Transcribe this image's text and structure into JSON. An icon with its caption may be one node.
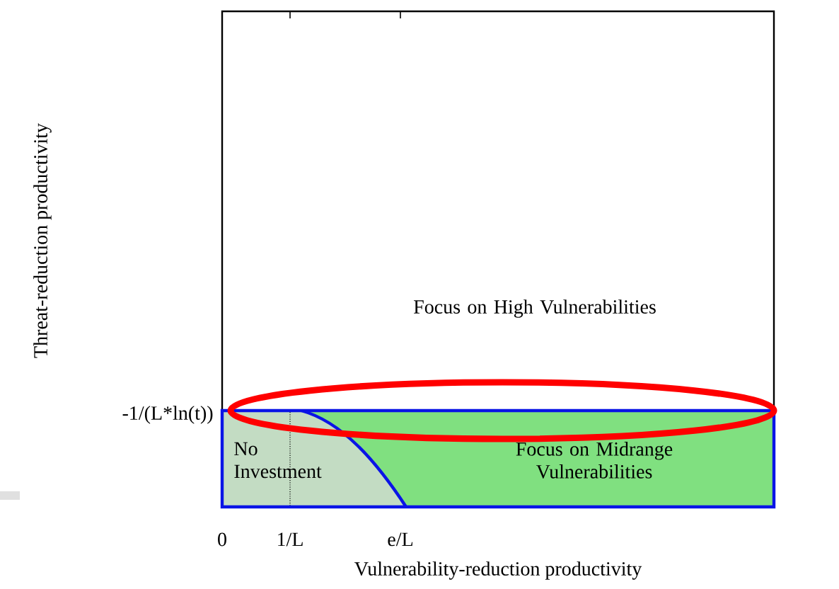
{
  "diagram": {
    "nodes": [
      {
        "text": [
          "Focus on High Vulnerabilities"
        ]
      },
      {
        "text": [
          "No Investment"
        ],
        "in": 0
      },
      {
        "text": [
          "Focus on Midrange Vulnerabilities"
        ],
        "in": 0
      }
    ],
    "labels": [
      "Threat-reduction productivity",
      "-1/(L*ln(t))",
      "0",
      "1/L",
      "e/L",
      "Vulnerability-reduction productivity"
    ]
  }
}
